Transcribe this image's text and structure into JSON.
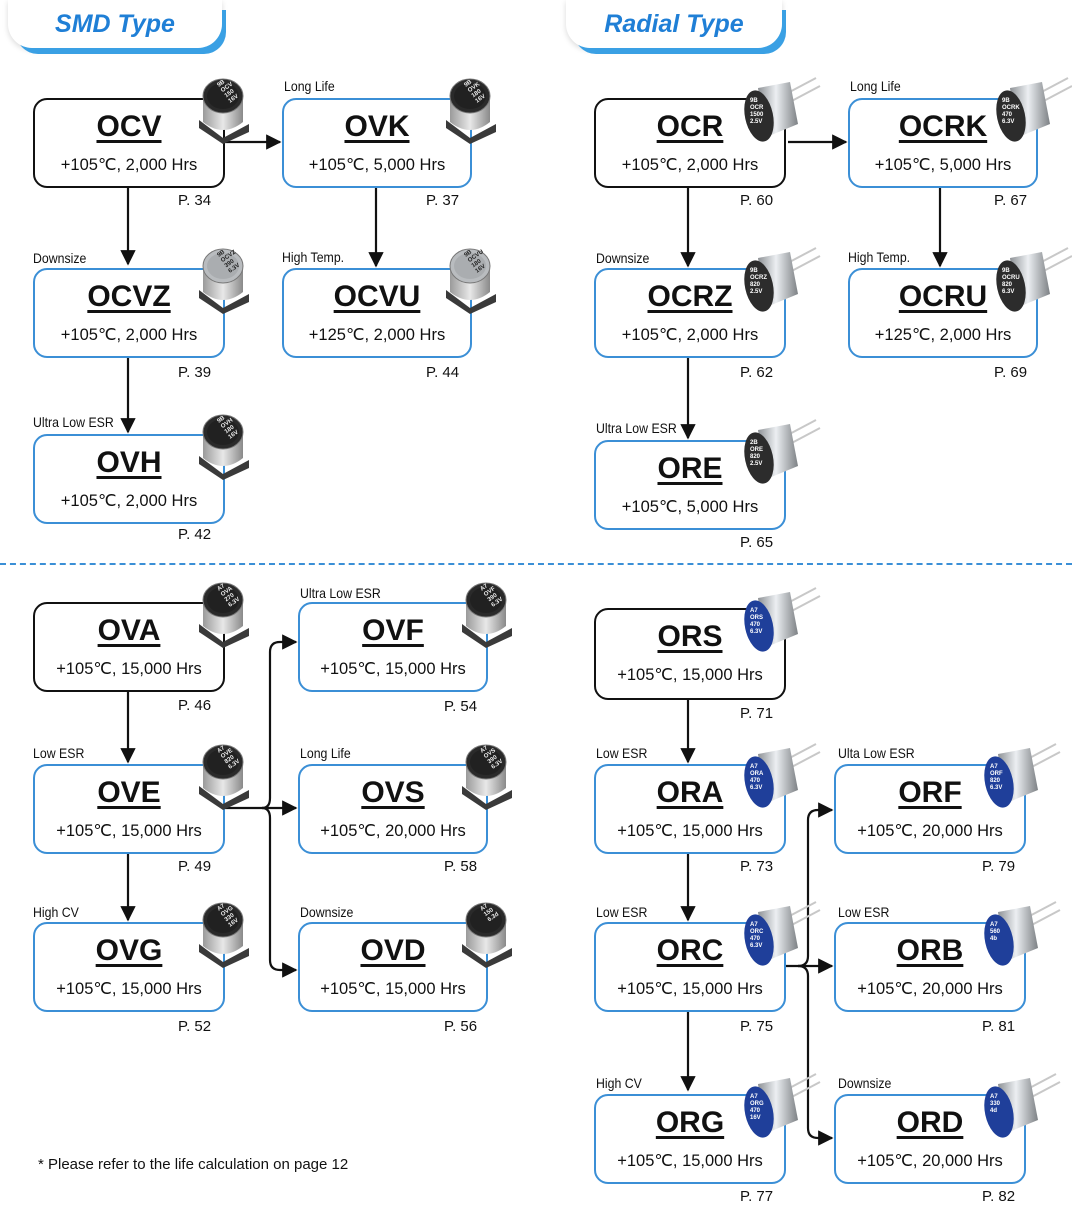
{
  "headers": {
    "smd": "SMD Type",
    "radial": "Radial Type"
  },
  "series": [
    {
      "name": "OCV",
      "spec": "+105℃, 2,000 Hrs",
      "page": "P. 34",
      "label": "",
      "marking": [
        "9B",
        "OCV",
        "150",
        "16V"
      ],
      "cap": "smd"
    },
    {
      "name": "OVK",
      "spec": "+105℃, 5,000 Hrs",
      "page": "P. 37",
      "label": "Long Life",
      "marking": [
        "9B",
        "OVK",
        "180",
        "16V"
      ],
      "cap": "smd"
    },
    {
      "name": "OCVZ",
      "spec": "+105℃, 2,000 Hrs",
      "page": "P. 39",
      "label": "Downsize",
      "marking": [
        "9B",
        "OCVZ",
        "390",
        "6.3V"
      ],
      "cap": "smd-grey"
    },
    {
      "name": "OCVU",
      "spec": "+125℃, 2,000 Hrs",
      "page": "P. 44",
      "label": "High Temp.",
      "marking": [
        "9B",
        "OCVU",
        "180",
        "16V"
      ],
      "cap": "smd-grey"
    },
    {
      "name": "OVH",
      "spec": "+105℃, 2,000 Hrs",
      "page": "P. 42",
      "label": "Ultra Low ESR",
      "marking": [
        "9B",
        "OVH",
        "180",
        "16V"
      ],
      "cap": "smd"
    },
    {
      "name": "OCR",
      "spec": "+105℃, 2,000 Hrs",
      "page": "P. 60",
      "label": "",
      "marking": [
        "9B",
        "OCR",
        "1500",
        "2.5V"
      ],
      "cap": "radial"
    },
    {
      "name": "OCRK",
      "spec": "+105℃, 5,000 Hrs",
      "page": "P. 67",
      "label": "Long Life",
      "marking": [
        "9B",
        "OCRK",
        "470",
        "6.3V"
      ],
      "cap": "radial"
    },
    {
      "name": "OCRZ",
      "spec": "+105℃, 2,000 Hrs",
      "page": "P. 62",
      "label": "Downsize",
      "marking": [
        "9B",
        "OCRZ",
        "820",
        "2.5V"
      ],
      "cap": "radial-grey"
    },
    {
      "name": "OCRU",
      "spec": "+125℃, 2,000 Hrs",
      "page": "P. 69",
      "label": "High Temp.",
      "marking": [
        "9B",
        "OCRU",
        "820",
        "6.3V"
      ],
      "cap": "radial-grey"
    },
    {
      "name": "ORE",
      "spec": "+105℃, 5,000 Hrs",
      "page": "P. 65",
      "label": "Ultra Low ESR",
      "marking": [
        "2B",
        "ORE",
        "820",
        "2.5V"
      ],
      "cap": "radial-grey"
    },
    {
      "name": "OVA",
      "spec": "+105℃, 15,000 Hrs",
      "page": "P. 46",
      "label": "",
      "marking": [
        "A7",
        "OVA",
        "270",
        "6.3V"
      ],
      "cap": "smd"
    },
    {
      "name": "OVF",
      "spec": "+105℃, 15,000 Hrs",
      "page": "P. 54",
      "label": "Ultra Low ESR",
      "marking": [
        "A7",
        "OVF",
        "390",
        "6.3V"
      ],
      "cap": "smd"
    },
    {
      "name": "OVE",
      "spec": "+105℃, 15,000 Hrs",
      "page": "P. 49",
      "label": "Low ESR",
      "marking": [
        "A7",
        "OVE",
        "820",
        "6.3V"
      ],
      "cap": "smd"
    },
    {
      "name": "OVS",
      "spec": "+105℃, 20,000 Hrs",
      "page": "P. 58",
      "label": "Long Life",
      "marking": [
        "A7",
        "OVS",
        "390",
        "6.3V"
      ],
      "cap": "smd"
    },
    {
      "name": "OVG",
      "spec": "+105℃, 15,000 Hrs",
      "page": "P. 52",
      "label": "High CV",
      "marking": [
        "A7",
        "OVG",
        "330",
        "16V"
      ],
      "cap": "smd"
    },
    {
      "name": "OVD",
      "spec": "+105℃, 15,000 Hrs",
      "page": "P. 56",
      "label": "Downsize",
      "marking": [
        "A7",
        "150",
        "6.3d"
      ],
      "cap": "smd"
    },
    {
      "name": "ORS",
      "spec": "+105℃, 15,000 Hrs",
      "page": "P. 71",
      "label": "",
      "marking": [
        "A7",
        "ORS",
        "470",
        "6.3V"
      ],
      "cap": "radial-blue"
    },
    {
      "name": "ORA",
      "spec": "+105℃, 15,000 Hrs",
      "page": "P. 73",
      "label": "Low ESR",
      "marking": [
        "A7",
        "ORA",
        "470",
        "6.3V"
      ],
      "cap": "radial-blue"
    },
    {
      "name": "ORF",
      "spec": "+105℃, 20,000 Hrs",
      "page": "P. 79",
      "label": "Ulta Low ESR",
      "marking": [
        "A7",
        "ORF",
        "820",
        "6.3V"
      ],
      "cap": "radial-blue"
    },
    {
      "name": "ORC",
      "spec": "+105℃, 15,000 Hrs",
      "page": "P. 75",
      "label": "Low ESR",
      "marking": [
        "A7",
        "ORC",
        "470",
        "6.3V"
      ],
      "cap": "radial-blue"
    },
    {
      "name": "ORB",
      "spec": "+105℃, 20,000 Hrs",
      "page": "P. 81",
      "label": "Low ESR",
      "marking": [
        "A7",
        "560",
        "4b"
      ],
      "cap": "radial-blue"
    },
    {
      "name": "ORG",
      "spec": "+105℃, 15,000 Hrs",
      "page": "P. 77",
      "label": "High CV",
      "marking": [
        "A7",
        "ORG",
        "470",
        "16V"
      ],
      "cap": "radial-blue"
    },
    {
      "name": "ORD",
      "spec": "+105℃, 20,000 Hrs",
      "page": "P. 82",
      "label": "Downsize",
      "marking": [
        "A7",
        "330",
        "4d"
      ],
      "cap": "radial-blue"
    }
  ],
  "note": "* Please refer to the life calculation on page 12",
  "colors": {
    "accent": "#3b8fd6",
    "header_text": "#1f7fd6",
    "root_border": "#111111"
  }
}
